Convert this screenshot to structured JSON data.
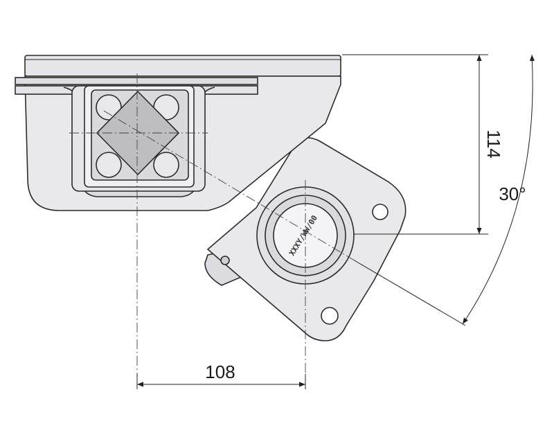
{
  "drawing": {
    "dimension_horizontal": "108",
    "dimension_vertical": "114",
    "dimension_angle": "30°",
    "engraving": "XXXY/WW/00"
  },
  "colors": {
    "body_fill": "#e9e9ec",
    "body_dark": "#d6d6da",
    "outline": "#2a2a2a",
    "dim_line": "#222222",
    "center_line": "#444444"
  }
}
